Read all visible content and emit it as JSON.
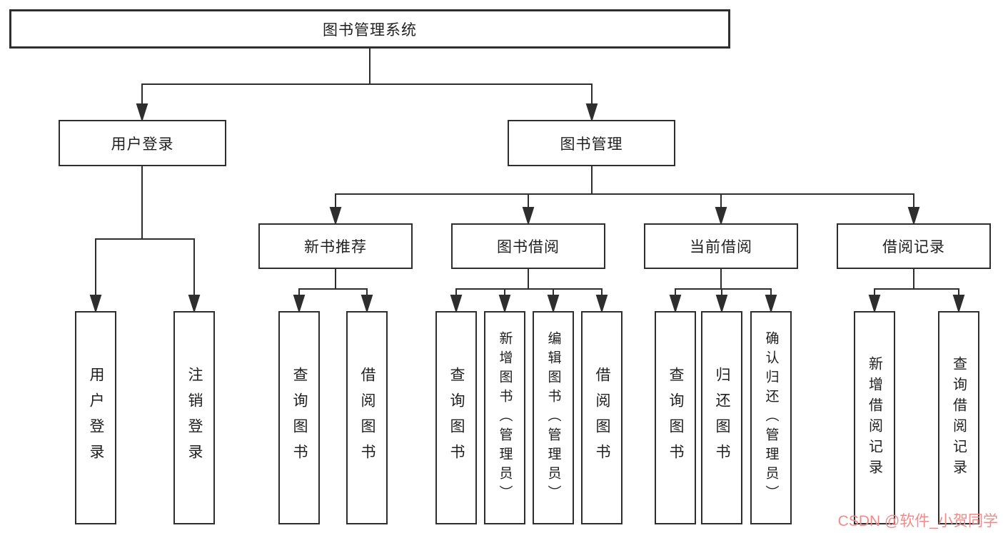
{
  "diagram": {
    "title": "图书管理系统",
    "root": {
      "label": "图书管理系统"
    },
    "branches": [
      {
        "label": "用户登录",
        "children": [
          {
            "label": "用户登录"
          },
          {
            "label": "注销登录"
          }
        ]
      },
      {
        "label": "图书管理",
        "children": [
          {
            "label": "新书推荐",
            "children": [
              {
                "label": "查询图书"
              },
              {
                "label": "借阅图书"
              }
            ]
          },
          {
            "label": "图书借阅",
            "children": [
              {
                "label": "查询图书"
              },
              {
                "label": "新增图书（管理员）"
              },
              {
                "label": "编辑图书（管理员）"
              },
              {
                "label": "借阅图书"
              }
            ]
          },
          {
            "label": "当前借阅",
            "children": [
              {
                "label": "查询图书"
              },
              {
                "label": "归还图书"
              },
              {
                "label": "确认归还（管理员）"
              }
            ]
          },
          {
            "label": "借阅记录",
            "children": [
              {
                "label": "新增借阅记录"
              },
              {
                "label": "查询借阅记录"
              }
            ]
          }
        ]
      }
    ]
  },
  "watermark": {
    "text": "CSDN @软件_小贺同学"
  },
  "colors": {
    "line": "#2e2e2e",
    "node_border": "#2e2e2e",
    "text": "#1f1f1f",
    "node_background": "#ffffff",
    "page_background": "#ffffff",
    "watermark": "#f38a8a"
  }
}
